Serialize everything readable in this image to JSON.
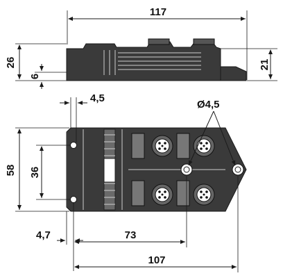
{
  "dimensions": {
    "top_overall_width": "117",
    "side_height": "26",
    "base_thickness": "6",
    "right_height": "21",
    "hole_offset": "4,5",
    "hole_diameter": "Ø4,5",
    "body_height": "58",
    "hole_spacing": "36",
    "left_offset": "4,7",
    "hole_distance": "73",
    "bottom_width": "107"
  }
}
